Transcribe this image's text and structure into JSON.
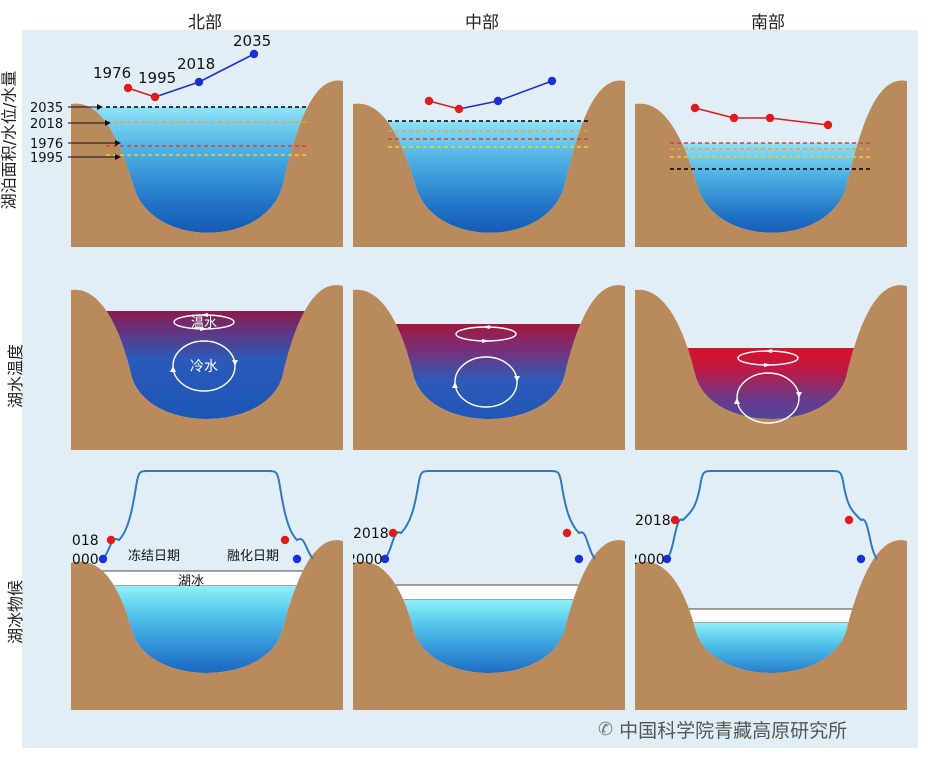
{
  "columns": [
    "北部",
    "中部",
    "南部"
  ],
  "rows": [
    "湖泊面积/水位/水量",
    "湖水温度",
    "湖冰物候"
  ],
  "row1": {
    "year_labels": [
      "1976",
      "1995",
      "2018",
      "2035"
    ],
    "level_labels": [
      "2035",
      "2018",
      "1976",
      "1995"
    ]
  },
  "row2": {
    "labels": [
      "温水",
      "冷水"
    ]
  },
  "row3": {
    "years": [
      "2018",
      "2000"
    ],
    "labels": [
      "冻结日期",
      "融化日期",
      "湖冰"
    ]
  },
  "colors": {
    "soil": "#b98a5c",
    "water_top": "#7fd6ef",
    "water_bottom": "#1457b7",
    "warm": "#d4132b",
    "red_dot": "#e01b1b",
    "blue_dot": "#1b2fd6",
    "line_blue": "#2f78c0",
    "lvl_2035": "#000000",
    "lvl_2018": "#e9a23a",
    "lvl_1976": "#e33a3a",
    "lvl_1995": "#f0d030"
  },
  "watermark": "中国科学院青藏高原研究所"
}
